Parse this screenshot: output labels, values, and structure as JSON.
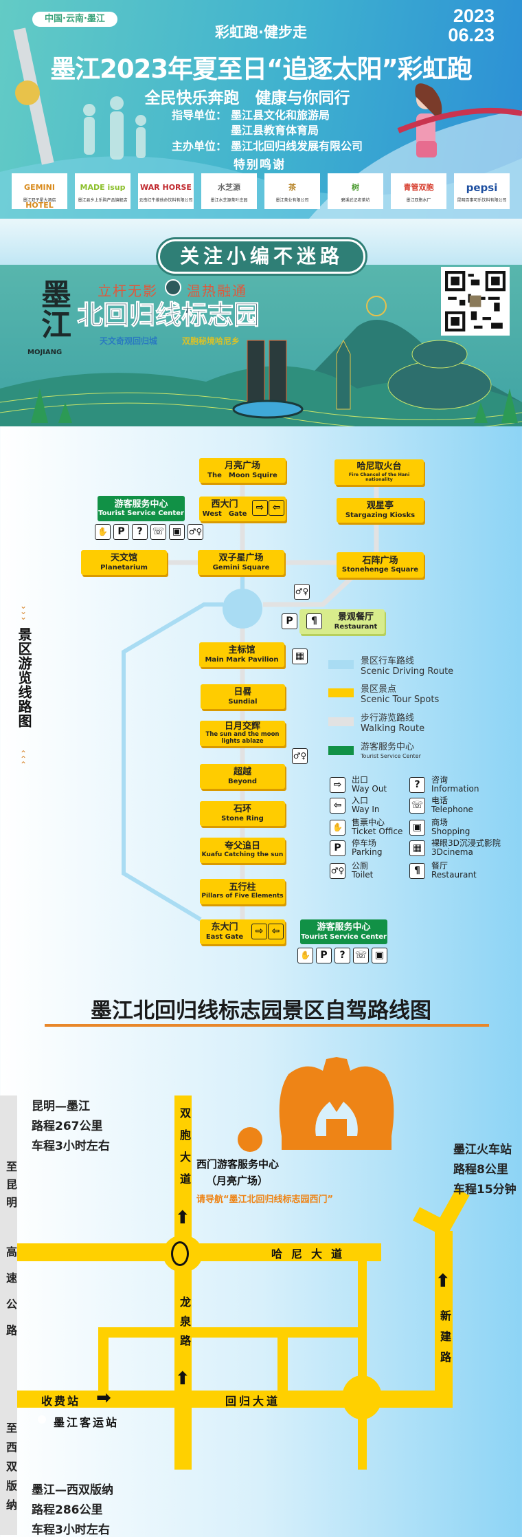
{
  "banner": {
    "location": "中国·云南·墨江",
    "slogan": "彩虹跑·健步走",
    "title": "墨江2023年夏至日“追逐太阳”彩虹跑",
    "subtitle": "全民快乐奔跑　健康与你同行",
    "guide_label": "指导单位：",
    "guide_units": [
      "墨江县文化和旅游局",
      "墨江县教育体育局"
    ],
    "host_label": "主办单位：",
    "host_unit": "墨江北回归线发展有限公司",
    "thanks": "特别鸣谢",
    "date_year": "2023",
    "date_day": "06.23",
    "sponsors": [
      {
        "logo": "GEMINI HOTEL",
        "name": "墨江双子星大酒店"
      },
      {
        "logo": "MADE isup",
        "name": "墨江县乡上乐购产品旗舰店"
      },
      {
        "logo": "WAR HORSE",
        "name": "云南红牛维他命饮料有限公司"
      },
      {
        "logo": "水芝源",
        "name": "墨江水芝源茶叶庄园"
      },
      {
        "logo": "茶",
        "name": "墨江茶业有限公司"
      },
      {
        "logo": "树",
        "name": "碧溪武记老茶坊"
      },
      {
        "logo": "青管双胞",
        "name": "墨江双胞水厂"
      },
      {
        "logo": "pepsi",
        "name": "昆明百事可乐饮料有限公司"
      }
    ]
  },
  "follow": {
    "pill": "关注小编不迷路",
    "motto_left": "立杆无影",
    "motto_right": "温热融通",
    "park_name": "北回归线标志园",
    "tagline_left": "天文奇观回归城",
    "tagline_right": "双胞秘境哈尼乡",
    "brand_zh": "墨江",
    "brand_en": "MOJIANG"
  },
  "scenic_map": {
    "side_title": "景区游览线路图",
    "spots": {
      "moon": {
        "zh": "月亮广场",
        "en": "The　Moon Squire"
      },
      "west_gate": {
        "zh": "西大门",
        "en": "West　Gate"
      },
      "planetarium": {
        "zh": "天文馆",
        "en": "Planetarium"
      },
      "gemini": {
        "zh": "双子星广场",
        "en": "Gemini Square"
      },
      "hani_fire": {
        "zh": "哈尼取火台",
        "en": "Fire Chancel of the Hani nationality"
      },
      "stargazing": {
        "zh": "观星亭",
        "en": "Stargazing Kiosks"
      },
      "stonehenge": {
        "zh": "石阵广场",
        "en": "Stonehenge Square"
      },
      "restaurant": {
        "zh": "景观餐厅",
        "en": "Restaurant"
      },
      "main_mark": {
        "zh": "主标馆",
        "en": "Main Mark Pavilion"
      },
      "sundial": {
        "zh": "日晷",
        "en": "Sundial"
      },
      "sun_moon": {
        "zh": "日月交辉",
        "en": "The sun and the moon lights ablaze"
      },
      "beyond": {
        "zh": "超越",
        "en": "Beyond"
      },
      "stone_ring": {
        "zh": "石环",
        "en": "Stone Ring"
      },
      "kuafu": {
        "zh": "夸父追日",
        "en": "Kuafu Catching the sun"
      },
      "pillars": {
        "zh": "五行柱",
        "en": "Pillars of Five Elements"
      },
      "east_gate": {
        "zh": "东大门",
        "en": "East Gate"
      }
    },
    "service_center": {
      "zh": "游客服务中心",
      "en": "Tourist Service Center"
    },
    "legend": [
      {
        "zh": "景区行车路线",
        "en": "Scenic Driving Route",
        "color": "#a9dcf3"
      },
      {
        "zh": "景区景点",
        "en": "Scenic Tour Spots",
        "color": "#ffcc00"
      },
      {
        "zh": "步行游览路线",
        "en": "Walking Route",
        "color": "#e2e2e2"
      },
      {
        "zh": "游客服务中心",
        "en": "Tourist Service Center",
        "color": "#119146"
      }
    ],
    "icon_legend": [
      {
        "icon": "exit-icon",
        "zh": "出口",
        "en": "Way Out"
      },
      {
        "icon": "info-icon",
        "zh": "咨询",
        "en": "Information"
      },
      {
        "icon": "entrance-icon",
        "zh": "入口",
        "en": "Way In"
      },
      {
        "icon": "phone-icon",
        "zh": "电话",
        "en": "Telephone"
      },
      {
        "icon": "ticket-icon",
        "zh": "售票中心",
        "en": "Ticket Office"
      },
      {
        "icon": "shopping-icon",
        "zh": "商场",
        "en": "Shopping"
      },
      {
        "icon": "parking-icon",
        "zh": "停车场",
        "en": "Parking"
      },
      {
        "icon": "cinema-icon",
        "zh": "裸眼3D沉浸式影院",
        "en": "3Dcinema"
      },
      {
        "icon": "toilet-icon",
        "zh": "公厕",
        "en": "Toilet"
      },
      {
        "icon": "restaurant-icon",
        "zh": "餐厅",
        "en": "Restaurant"
      }
    ]
  },
  "drive_map": {
    "title": "墨江北回归线标志园景区自驾路线图",
    "kunming": [
      "昆明—墨江",
      "路程267公里",
      "车程3小时左右"
    ],
    "xsbn": [
      "墨江—西双版纳",
      "路程286公里",
      "车程3小时左右"
    ],
    "train": [
      "墨江火车站",
      "路程8公里",
      "车程15分钟"
    ],
    "west_center": "西门游客服务中心",
    "west_center_sub": "（月亮广场）",
    "navigate": "请导航“墨江北回归线标志园西门”",
    "to_kunming": "至昆明",
    "highway": "高速公路",
    "to_xsbn": "至西双版纳",
    "road_shuangbao": "双胞大道",
    "road_hani": "哈尼大道",
    "road_longquan": "龙泉路",
    "road_huigui": "回归大道",
    "road_xinjian": "新建路",
    "toll": "收费站",
    "bus_station": "墨江客运站"
  }
}
